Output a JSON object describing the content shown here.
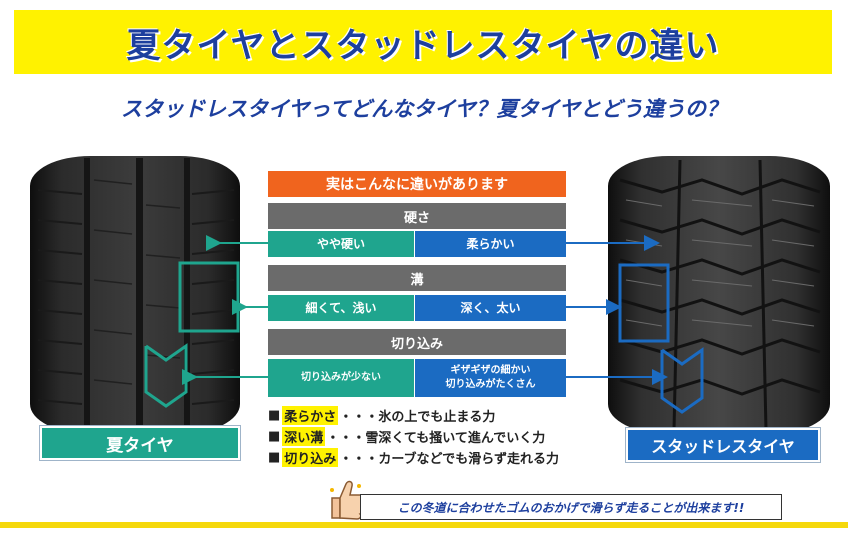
{
  "header": {
    "title": "夏タイヤとスタッドレスタイヤの違い",
    "subtitle": "スタッドレスタイヤってどんなタイヤ？夏タイヤとどう違うの？"
  },
  "tires": {
    "summer_label": "夏タイヤ",
    "studless_label": "スタッドレスタイヤ"
  },
  "comparison": {
    "heading": "実はこんなに違いがあります",
    "rows": [
      {
        "category": "硬さ",
        "summer": "やや硬い",
        "studless": "柔らかい"
      },
      {
        "category": "溝",
        "summer": "細くて、浅い",
        "studless": "深く、太い"
      },
      {
        "category": "切り込み",
        "summer": "切り込みが少ない",
        "studless_line1": "ギザギザの細かい",
        "studless_line2": "切り込みがたくさん"
      }
    ]
  },
  "features": [
    {
      "bullet": "■",
      "key": "柔らかさ",
      "text": "・・・氷の上でも止まる力"
    },
    {
      "bullet": "■",
      "key": "深い溝",
      "text": "・・・雪深くても掻いて進んでいく力"
    },
    {
      "bullet": "■",
      "key": "切り込み",
      "text": "・・・カーブなどでも滑らず走れる力"
    }
  ],
  "callout": "この冬道に合わせたゴムのおかげで滑らず走ることが出来ます!!",
  "colors": {
    "banner_yellow": "#fff200",
    "title_blue": "#1d3f9e",
    "summer_green": "#1fa58e",
    "studless_blue": "#1b6bc2",
    "heading_orange": "#f0641e",
    "category_gray": "#6b6b6b"
  },
  "icons": [
    "thumbs-up-icon",
    "arrow-left-icon",
    "arrow-right-icon"
  ]
}
